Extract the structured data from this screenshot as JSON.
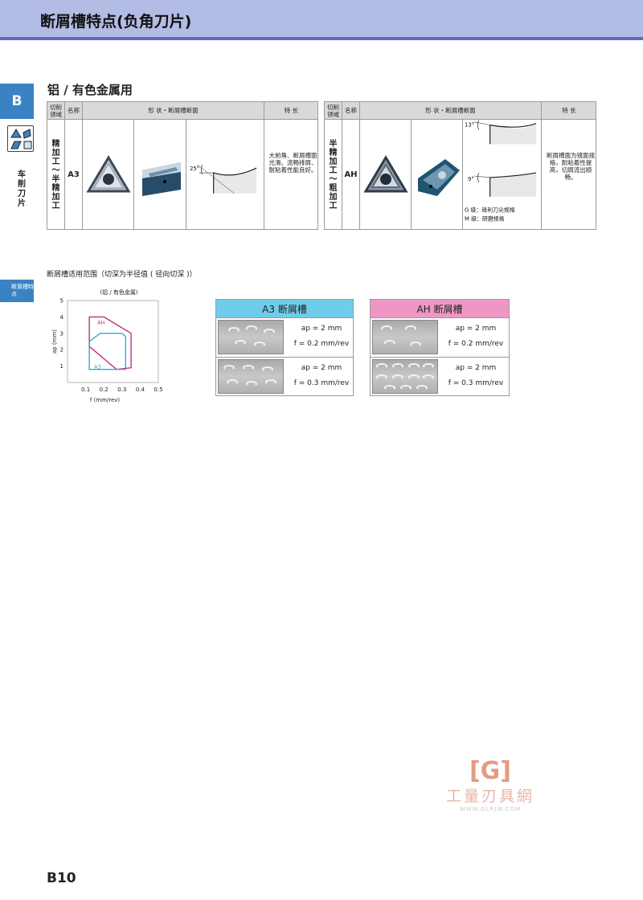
{
  "header": {
    "title": "断屑槽特点(负角刀片)"
  },
  "sidebar": {
    "letter": "B",
    "vertical_label": "车削刀片",
    "tab2_label": "断屑槽特点"
  },
  "section_title": "铝 / 有色金属用",
  "table_left": {
    "headers": [
      "切削领域",
      "名称",
      "形 状・断屑槽断面",
      "特 长"
    ],
    "field": "精加工～半精加工",
    "name": "A3",
    "angle": "25°",
    "features": "大前角、断屑槽面光滑。流畅排屑、耐粘着性能良好。"
  },
  "table_right": {
    "headers": [
      "切削领域",
      "名称",
      "形 状・断屑槽断面",
      "特 长"
    ],
    "field": "半精加工～粗加工",
    "name": "AH",
    "angle_top": "13°",
    "angle_bottom": "9°",
    "note_g": "G 级：锋利刀尖规格",
    "note_m": "M 级：研磨规格",
    "features": "断屑槽面为镜面规格，耐粘着性提高，切屑流出顺畅。"
  },
  "range": {
    "label": "断屑槽适用范围（切深为半径值 ( 径向切深 )）",
    "chart_title": "(铝 / 有色金属)"
  },
  "chart_data": {
    "type": "area",
    "title": "(铝 / 有色金属)",
    "xlabel": "f (mm/rev)",
    "ylabel": "ap (mm)",
    "xlim": [
      0,
      0.5
    ],
    "ylim": [
      0,
      5
    ],
    "x_ticks": [
      "0.1",
      "0.2",
      "0.3",
      "0.4",
      "0.5"
    ],
    "y_ticks": [
      "1",
      "2",
      "3",
      "4",
      "5"
    ],
    "series": [
      {
        "name": "AH",
        "color": "#c0307f",
        "points": [
          [
            0.12,
            4.0
          ],
          [
            0.2,
            4.0
          ],
          [
            0.35,
            3.0
          ],
          [
            0.35,
            0.9
          ],
          [
            0.27,
            0.8
          ],
          [
            0.12,
            2.2
          ]
        ]
      },
      {
        "name": "A3",
        "color": "#33aac9",
        "points": [
          [
            0.12,
            0.8
          ],
          [
            0.12,
            2.5
          ],
          [
            0.18,
            3.0
          ],
          [
            0.3,
            3.0
          ],
          [
            0.32,
            2.8
          ],
          [
            0.32,
            0.8
          ]
        ]
      }
    ]
  },
  "chip_a3": {
    "title": "A3 断屑槽",
    "color": "#70cdea",
    "rows": [
      {
        "ap": "ap = 2 mm",
        "f": "f = 0.2 mm/rev"
      },
      {
        "ap": "ap = 2 mm",
        "f": "f = 0.3 mm/rev"
      }
    ]
  },
  "chip_ah": {
    "title": "AH 断屑槽",
    "color": "#ef97c4",
    "rows": [
      {
        "ap": "ap = 2 mm",
        "f": "f = 0.2 mm/rev"
      },
      {
        "ap": "ap = 2 mm",
        "f": "f = 0.3 mm/rev"
      }
    ]
  },
  "watermark": {
    "logo": "[G]",
    "text": "工量刃具網",
    "url": "WWW.GLRJW.COM"
  },
  "page_number": "B10"
}
